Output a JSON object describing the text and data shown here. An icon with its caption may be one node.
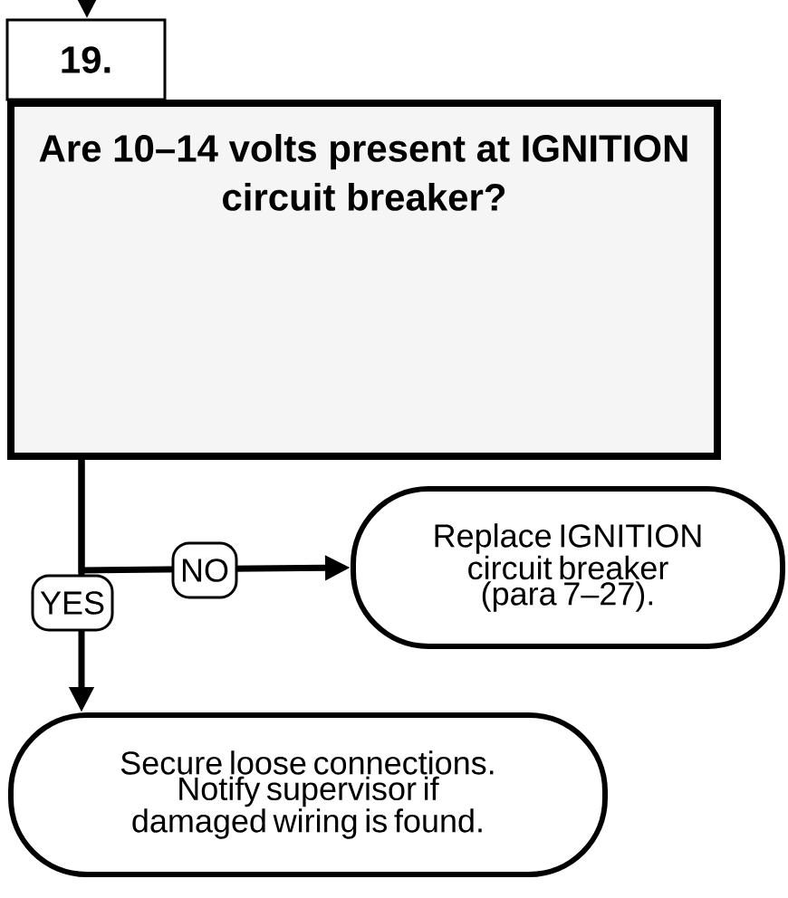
{
  "diagram": {
    "nodes": [
      {
        "text": [
          "19."
        ]
      },
      {
        "text": [
          "Are 10–14 volts present at IGNITION circuit breaker?"
        ]
      },
      {
        "text": [
          "Replace IGNITION circuit breaker (para 7–27)."
        ]
      },
      {
        "text": [
          "Secure loose connections. Notify supervisor if damaged wiring is found."
        ]
      }
    ],
    "edges": [
      {
        "from": null,
        "to": 0,
        "arrow": "to"
      },
      {
        "from": 1,
        "to": 2,
        "arrow": "to",
        "label": "NO"
      },
      {
        "from": 1,
        "to": 3,
        "arrow": "to",
        "label": "YES"
      }
    ]
  }
}
